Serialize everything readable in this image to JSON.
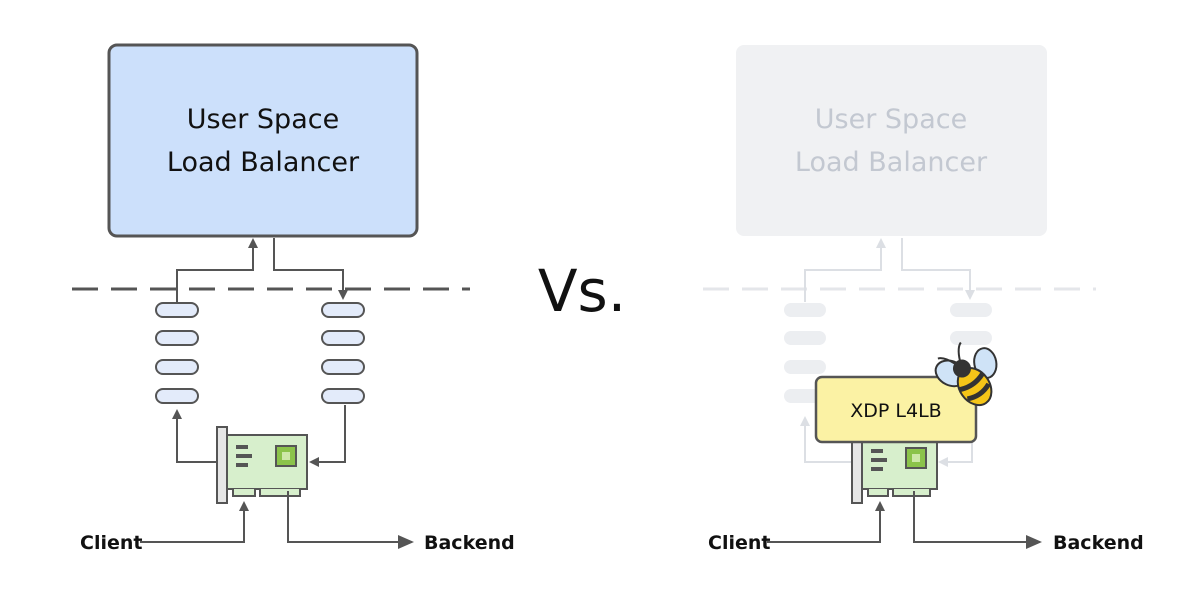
{
  "left": {
    "box_line1": "User Space",
    "box_line2": "Load Balancer",
    "client_label": "Client",
    "backend_label": "Backend"
  },
  "right": {
    "box_line1": "User Space",
    "box_line2": "Load Balancer",
    "client_label": "Client",
    "backend_label": "Backend",
    "xdp_label": "XDP L4LB",
    "bee_icon": "ebpf-bee-icon"
  },
  "separator": "Vs.",
  "colors": {
    "lb_box_fill": "#cce0fb",
    "faded_box_fill": "#f0f1f3",
    "queue_fill": "#e3ebfa",
    "nic_fill": "#d7efcc",
    "xdp_fill": "#fbf2a4",
    "chip_fill": "#8bc34a"
  }
}
